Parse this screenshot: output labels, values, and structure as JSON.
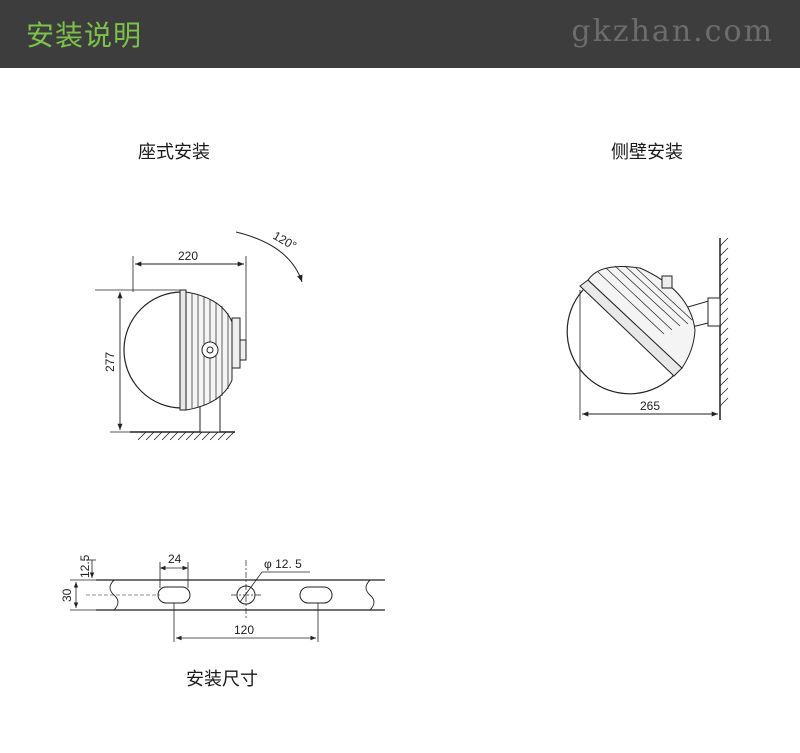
{
  "header": {
    "title": "安装说明",
    "watermark": "gkzhan.com"
  },
  "sections": {
    "seat_mount": "座式安装",
    "wall_mount": "侧壁安装",
    "mount_dims": "安装尺寸"
  },
  "dimensions": {
    "seat_width": "220",
    "seat_height": "277",
    "rotation_angle": "120°",
    "wall_width": "265",
    "slot_width": "24",
    "hole_diameter": "φ 12. 5",
    "bar_height": "30",
    "edge_offset": "12.5",
    "slot_spacing": "120"
  },
  "colors": {
    "header_bg": "#3d3d3d",
    "header_title": "#7cc24a",
    "line": "#222222"
  }
}
